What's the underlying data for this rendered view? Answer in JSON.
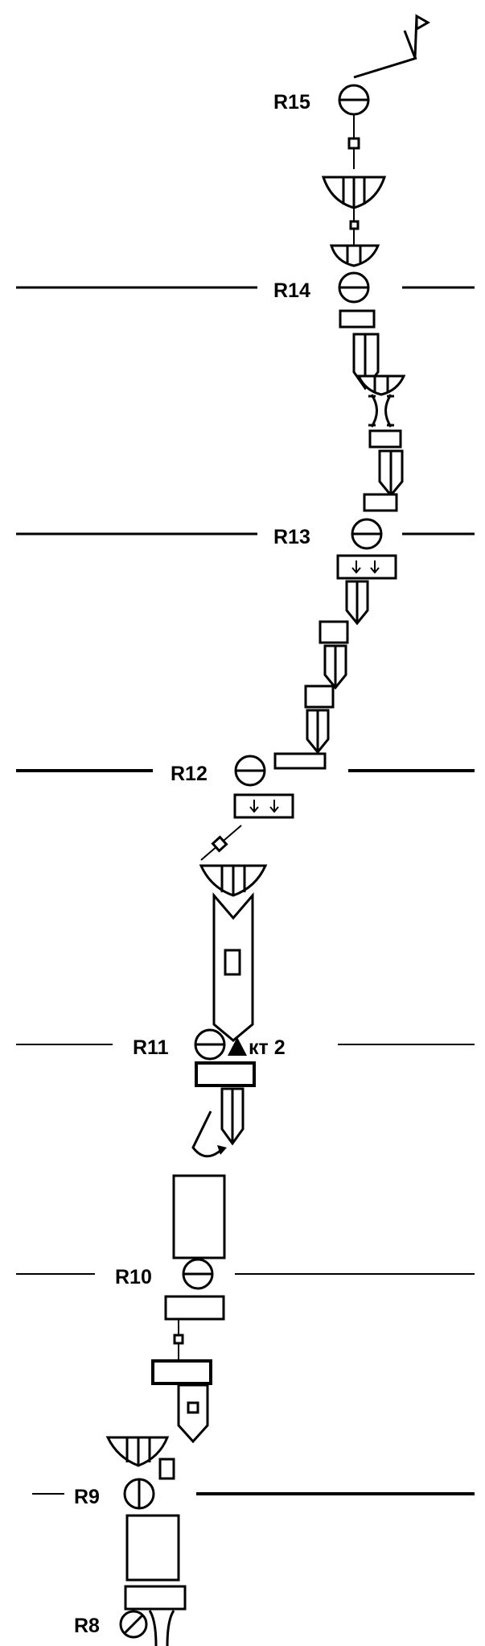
{
  "diagram": {
    "background": "#ffffff",
    "ink": "#000000",
    "belays": [
      "R15",
      "R14",
      "R13",
      "R12",
      "R11",
      "R10",
      "R9",
      "R8"
    ],
    "checkpoint": "кт 2"
  }
}
